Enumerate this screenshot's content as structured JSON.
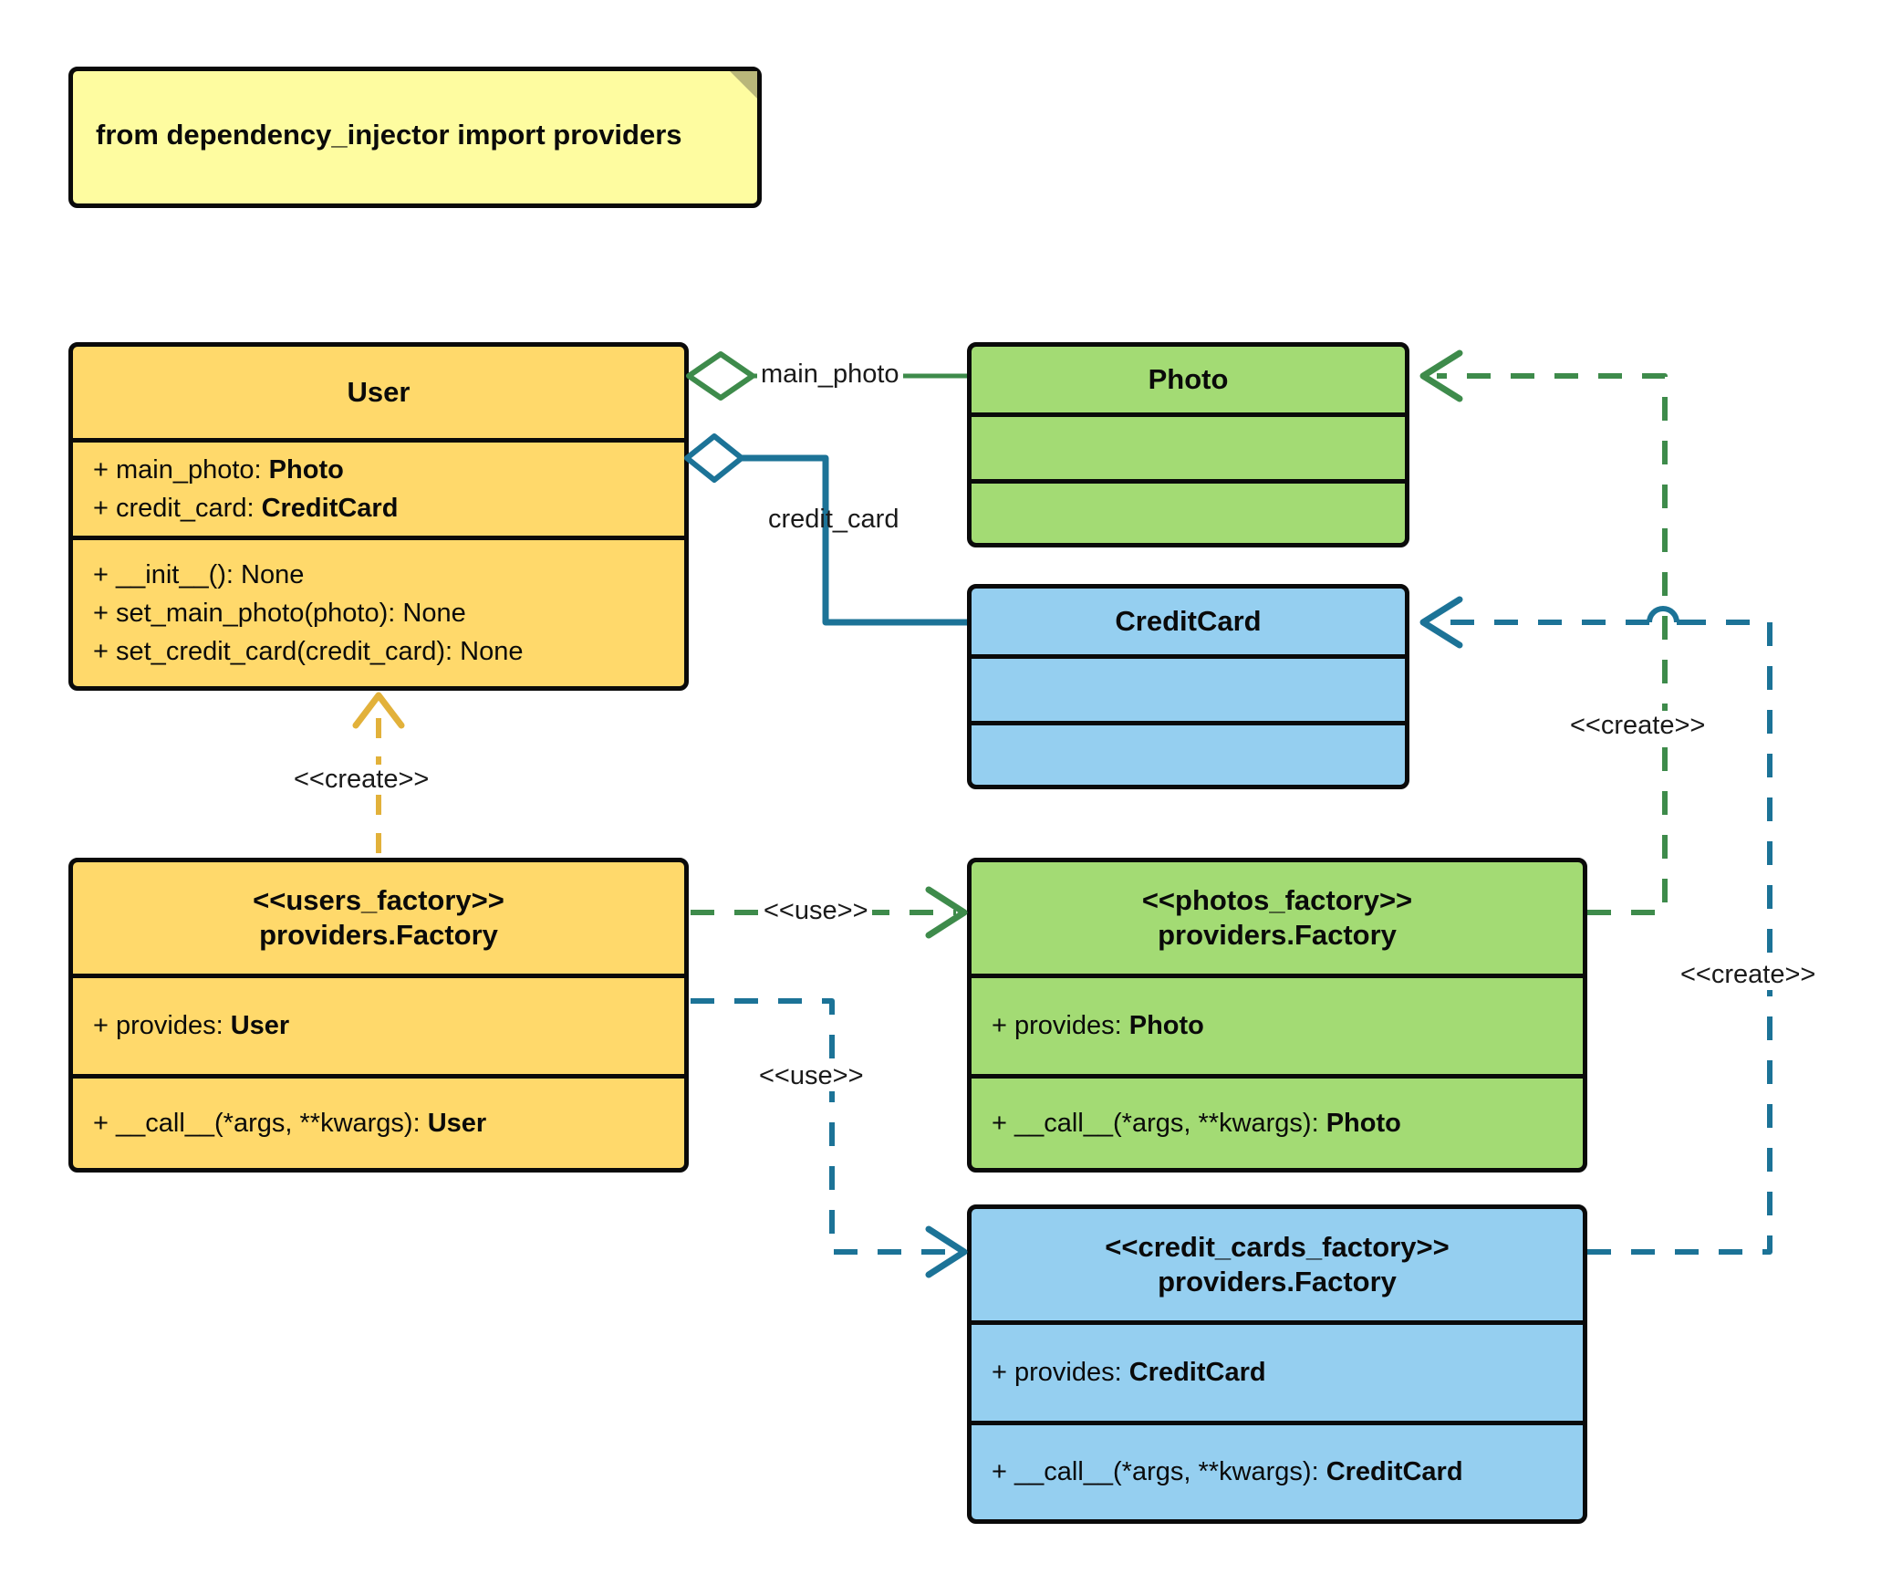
{
  "diagram": {
    "type": "uml-class-diagram",
    "title": "dependency_injector providers factory diagram"
  },
  "note": {
    "text": "from dependency_injector import providers"
  },
  "colors": {
    "yellow": "#FFD96B",
    "green": "#A3DB74",
    "blue": "#95CFF0",
    "note_yellow": "#FEFCA0",
    "border": "#0A0A0A",
    "green_edge": "#3E8B4B",
    "blue_edge": "#1C7397",
    "yellow_edge": "#E2B13A"
  },
  "classes": {
    "user": {
      "name": "User",
      "attributes": [
        {
          "prefix": "+ ",
          "name": "main_photo: ",
          "type": "Photo"
        },
        {
          "prefix": "+ ",
          "name": "credit_card: ",
          "type": "CreditCard"
        }
      ],
      "methods": [
        {
          "prefix": "+ ",
          "name": "__init__(): None",
          "type": ""
        },
        {
          "prefix": "+ ",
          "name": "set_main_photo(photo): None",
          "type": ""
        },
        {
          "prefix": "+ ",
          "name": "set_credit_card(credit_card): None",
          "type": ""
        }
      ]
    },
    "photo": {
      "name": "Photo",
      "attributes": [],
      "methods": []
    },
    "credit_card": {
      "name": "CreditCard",
      "attributes": [],
      "methods": []
    },
    "users_factory": {
      "stereotype": "<<users_factory>>",
      "name": "providers.Factory",
      "attributes": [
        {
          "prefix": "+ ",
          "name": "provides: ",
          "type": "User"
        }
      ],
      "methods": [
        {
          "prefix": "+ ",
          "name": "__call__(*args, **kwargs): ",
          "type": "User"
        }
      ]
    },
    "photos_factory": {
      "stereotype": "<<photos_factory>>",
      "name": "providers.Factory",
      "attributes": [
        {
          "prefix": "+ ",
          "name": "provides: ",
          "type": "Photo"
        }
      ],
      "methods": [
        {
          "prefix": "+ ",
          "name": "__call__(*args, **kwargs): ",
          "type": "Photo"
        }
      ]
    },
    "credit_cards_factory": {
      "stereotype": "<<credit_cards_factory>>",
      "name": "providers.Factory",
      "attributes": [
        {
          "prefix": "+ ",
          "name": "provides: ",
          "type": "CreditCard"
        }
      ],
      "methods": [
        {
          "prefix": "+ ",
          "name": "__call__(*args, **kwargs): ",
          "type": "CreditCard"
        }
      ]
    }
  },
  "edges": {
    "user_main_photo": {
      "label": "main_photo",
      "kind": "aggregation",
      "color": "#3E8B4B",
      "from": "User",
      "to": "Photo"
    },
    "user_credit_card": {
      "label": "credit_card",
      "kind": "aggregation",
      "color": "#1C7397",
      "from": "User",
      "to": "CreditCard"
    },
    "users_factory_creates_user": {
      "label": "<<create>>",
      "kind": "dependency",
      "color": "#E2B13A",
      "from": "users_factory",
      "to": "User"
    },
    "users_factory_uses_photos_factory": {
      "label": "<<use>>",
      "kind": "dependency",
      "color": "#3E8B4B",
      "from": "users_factory",
      "to": "photos_factory"
    },
    "users_factory_uses_credit_cards_factory": {
      "label": "<<use>>",
      "kind": "dependency",
      "color": "#1C7397",
      "from": "users_factory",
      "to": "credit_cards_factory"
    },
    "photos_factory_creates_photo": {
      "label": "<<create>>",
      "kind": "dependency",
      "color": "#3E8B4B",
      "from": "photos_factory",
      "to": "Photo"
    },
    "credit_cards_factory_creates_credit_card": {
      "label": "<<create>>",
      "kind": "dependency",
      "color": "#1C7397",
      "from": "credit_cards_factory",
      "to": "CreditCard"
    }
  }
}
